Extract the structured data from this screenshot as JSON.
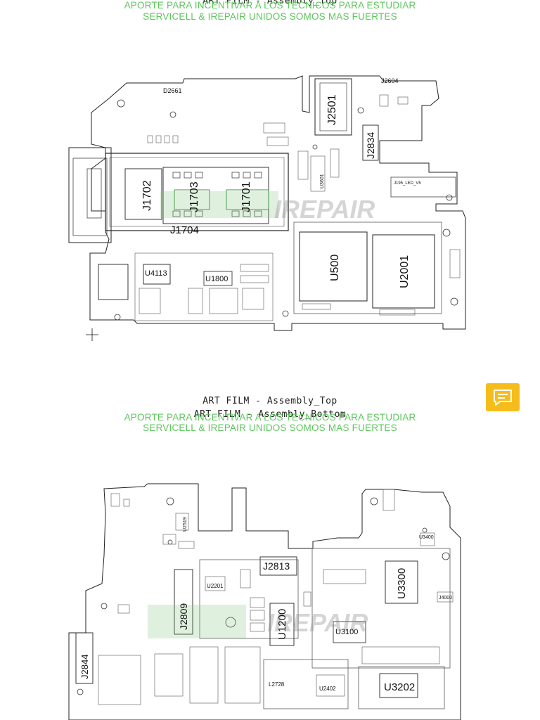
{
  "page1": {
    "title": "ART FILM - Assembly_Top",
    "watermark_line1": "APORTE PARA INCENTIVAR A LOS TECNICOS PARA ESTUDIAR",
    "watermark_line2": "SERVICELL & IREPAIR UNIDOS SOMOS MAS FUERTES",
    "components": {
      "d2661": "D2661",
      "j2604": "J2604",
      "j2501": "J2501",
      "j2834": "J2834",
      "j1702": "J1702",
      "j1703": "J1703",
      "j1701": "J1701",
      "j1704": "J1704",
      "u500": "U500",
      "u2001": "U2001",
      "u4113": "U4113",
      "u1800": "U1800",
      "u3601": "U3601",
      "led": "J195_LED_V5"
    },
    "watermark_logo": "IREPAIR"
  },
  "page2": {
    "title_top": "ART FILM - Assembly_Top",
    "title_bottom": "ART FILM - Assembly_Bottom",
    "watermark_line1": "APORTE PARA INCENTIVAR A LOS TECNICOS PARA ESTUDIAR",
    "watermark_line2": "SERVICELL & IREPAIR UNIDOS SOMOS MAS FUERTES",
    "components": {
      "j2813": "J2813",
      "j2809": "J2809",
      "j2844": "J2844",
      "u1200": "U1200",
      "u3300": "U3300",
      "u3100": "U3100",
      "u3202": "U3202",
      "u2201": "U2201",
      "u2519": "U2519",
      "l2728": "L2728",
      "u2402": "U2402",
      "u3400": "U3400",
      "j4000": "J4000"
    },
    "watermark_logo": "IREPAIR"
  },
  "chat_icon": "chat-bubble-icon",
  "colors": {
    "watermark": "#5cc65c",
    "chat_button": "#f5bd1c"
  }
}
